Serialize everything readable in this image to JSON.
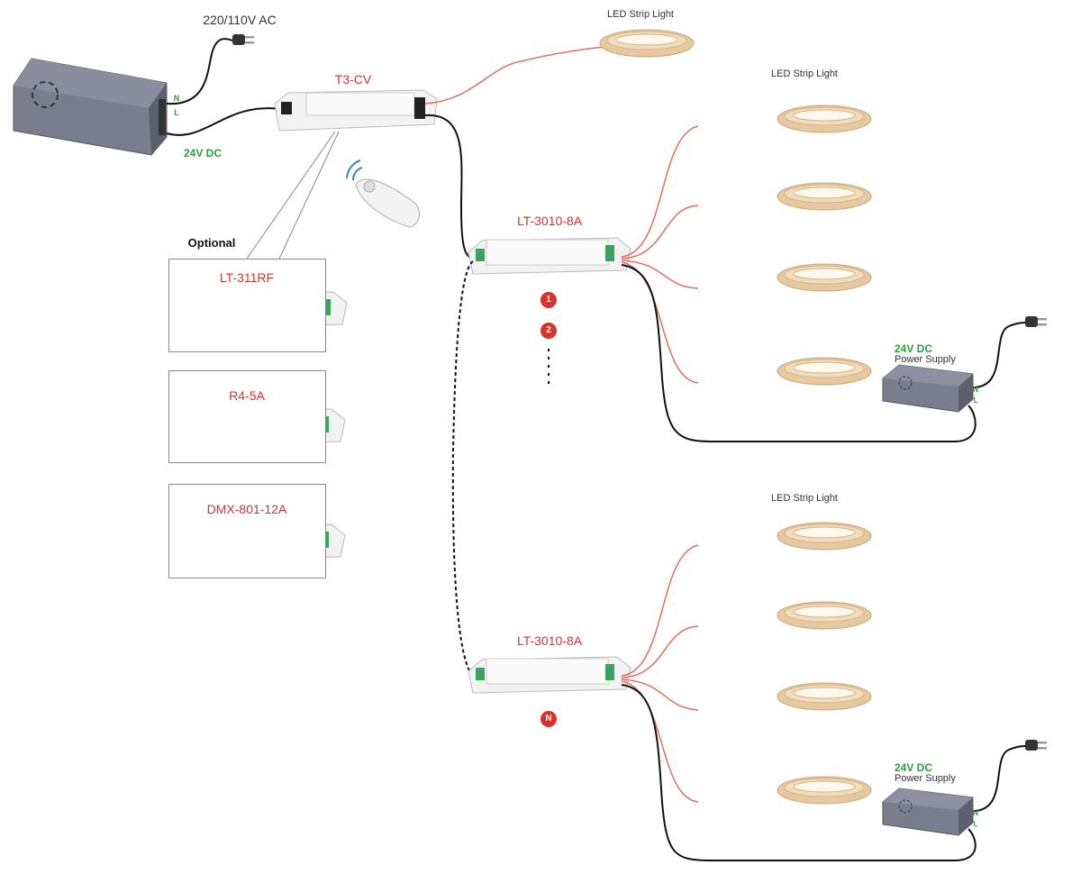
{
  "power_input": {
    "label": "220/110V AC",
    "n_label": "N",
    "l_label": "L",
    "output_label": "24V DC"
  },
  "main_controller": {
    "label": "T3-CV"
  },
  "optional": {
    "heading": "Optional",
    "items": [
      {
        "label": "LT-311RF"
      },
      {
        "label": "R4-5A"
      },
      {
        "label": "DMX-801-12A"
      }
    ]
  },
  "top_strip": {
    "label": "LED Strip Light"
  },
  "groups": [
    {
      "controller_label": "LT-3010-8A",
      "badges": [
        "1",
        "2"
      ],
      "strip_label": "LED Strip Light",
      "psu": {
        "voltage": "24V DC",
        "label": "Power Supply",
        "n_label": "N",
        "l_label": "L"
      }
    },
    {
      "controller_label": "LT-3010-8A",
      "badges": [
        "N"
      ],
      "strip_label": "LED Strip Light",
      "psu": {
        "voltage": "24V DC",
        "label": "Power Supply",
        "n_label": "N",
        "l_label": "L"
      }
    }
  ],
  "colors": {
    "label_red": "#d8322a",
    "label_green": "#2e9e3a",
    "wire_red": "#e0705f",
    "wire_black": "#111111",
    "psu_body": "#6b6e7e"
  }
}
